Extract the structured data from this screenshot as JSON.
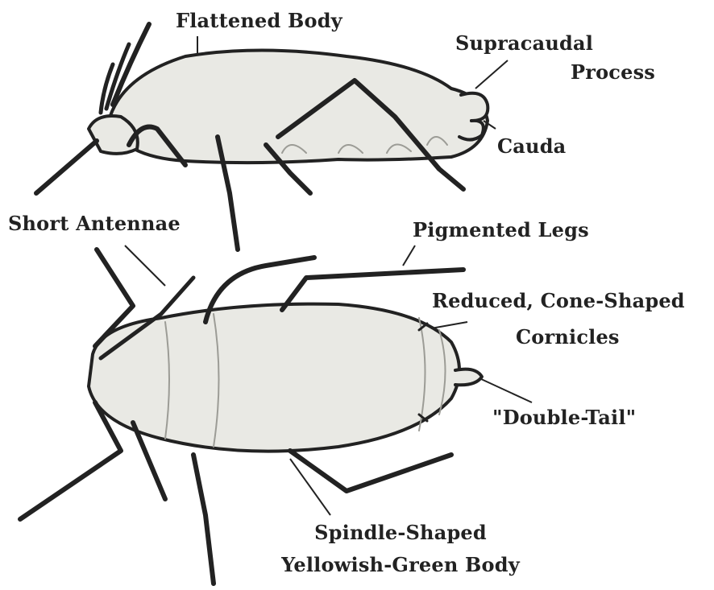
{
  "labels": {
    "flattened_body": "Flattened Body",
    "supracaudal_1": "Supracaudal",
    "supracaudal_2": "Process",
    "cauda": "Cauda",
    "short_antennae": "Short Antennae",
    "pigmented_legs": "Pigmented Legs",
    "cornicles_1": "Reduced, Cone-Shaped",
    "cornicles_2": "Cornicles",
    "double_tail": "\"Double-Tail\"",
    "spindle_1": "Spindle-Shaped",
    "spindle_2": "Yellowish-Green Body"
  },
  "colors": {
    "ink": "#222222",
    "body_fill": "#e9e9e4",
    "shade": "#9c9c96"
  }
}
